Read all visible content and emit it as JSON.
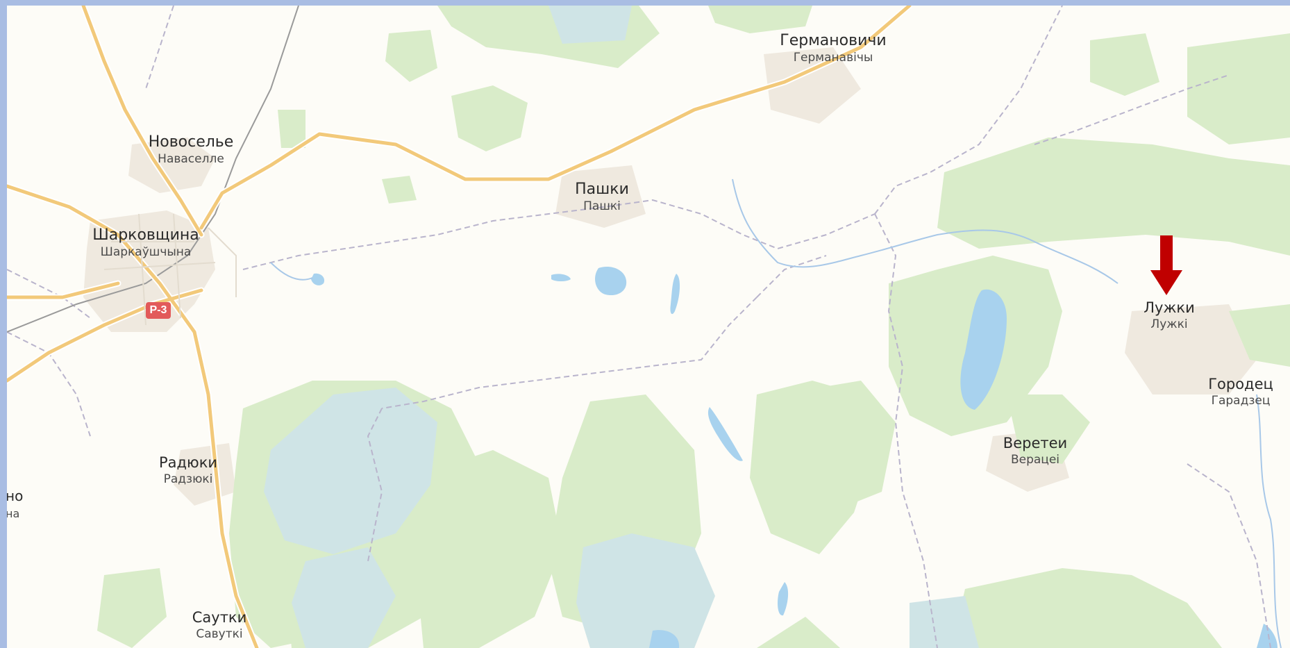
{
  "map": {
    "colors": {
      "background": "#fdfcf7",
      "forest": "#d9ecc9",
      "forest_dark": "#c8e3b6",
      "water": "#a8d2ee",
      "wetland": "#cfe4e6",
      "road_major": "#f2c97a",
      "road_minor": "#ffffff",
      "border": "#b9b4cc",
      "railway": "#9a9a9a",
      "settlement": "#efe9df",
      "frame": "#a9bde3",
      "marker": "#c00000"
    },
    "road_shield": {
      "label": "Р-3",
      "color": "#e25a5a"
    },
    "marker": {
      "icon": "arrow-down-icon",
      "color": "#c00000",
      "target": "Лужки"
    },
    "places": [
      {
        "id": "germanovichi",
        "name": "Германовичи",
        "name_by": "Германавічы"
      },
      {
        "id": "novoselye",
        "name": "Новоселье",
        "name_by": "Наваселле"
      },
      {
        "id": "pashki",
        "name": "Пашки",
        "name_by": "Пашкі"
      },
      {
        "id": "sharkovshchina",
        "name": "Шарковщина",
        "name_by": "Шаркаўшчына"
      },
      {
        "id": "luzhki",
        "name": "Лужки",
        "name_by": "Лужкі"
      },
      {
        "id": "gorodets",
        "name": "Городец",
        "name_by": "Гарадзец"
      },
      {
        "id": "verettei",
        "name": "Веретеи",
        "name_by": "Верацеі"
      },
      {
        "id": "radyuki",
        "name": "Радюки",
        "name_by": "Радзюкі"
      },
      {
        "id": "sautki",
        "name": "Саутки",
        "name_by": "Савуткі"
      }
    ],
    "cut_label": {
      "name": "но",
      "name_by": "на"
    }
  }
}
